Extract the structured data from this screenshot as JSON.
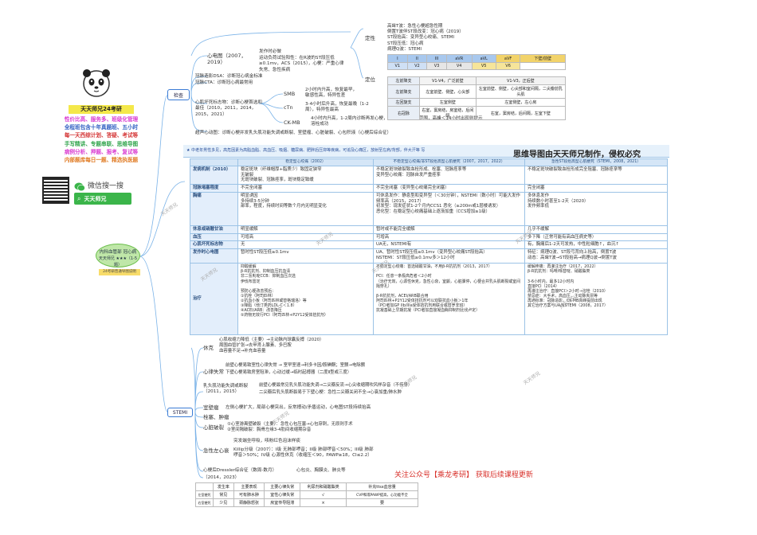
{
  "brand": {
    "name": "天天师兄24考研",
    "lines": [
      "性价比高、服务多、班级化管理",
      "全程班包含十年真题班、五小时",
      "每一天西综计划、答疑、考试等",
      "手写精讲、专题串联、思维导图",
      "病例分析、押题、报考、复试等",
      "内部题库每日一题、精选执医题"
    ],
    "wechat_label": "微信搜一搜",
    "search_name": "天天师兄"
  },
  "center": {
    "title": "内科血管部 冠心病",
    "subtitle": "天天师兄 ★★★（1-5题）",
    "chip": "24考研普通导图说明"
  },
  "check": {
    "label": "检查",
    "ecg": {
      "label": "心电图（2007，2019）",
      "items": [
        "发作时必做",
        "运动负荷试验阳性：在R波的ST段压低≥0.1mv，ACS（2015），心梗：严重心律失常、急性疾病"
      ]
    },
    "dsa": "冠脉造影DSA：诊断冠心病金标准",
    "cta": "冠脉CTA：诊断冠心病最常用",
    "markers_label": "心肌坏死标志物：诊断心梗首选和最佳（2010，2011，2014，2015，2021）",
    "markers": [
      {
        "name": "SMB",
        "desc": "2小时内升高，恢复最早，敏感性高，特异性差"
      },
      {
        "name": "cTn",
        "desc": "3-4小时后升高，恢复最晚（1-2周），特异性最高"
      },
      {
        "name": "CK-MB",
        "desc": "4小时内升高，1-2周内诊断再发心梗，较准确反映梗死范围，高峰＜14小时出现则提示溶栓成功"
      }
    ],
    "echo": "超声心动图：诊断心梗并发乳头肌功能失调或断裂、室壁瘤、心脏破裂、心包积液（心梗后综合征）"
  },
  "locate": {
    "label": "定性",
    "items": [
      "高耸T波：急性心梗超急性期",
      "倒置T波伴ST段改变：冠心病（2019）",
      "ST段抬高：变异型心绞痛、STEMI",
      "ST段压低：冠心病",
      "病理Q波：STEMI"
    ],
    "pos_label": "定位",
    "headers": [
      "I",
      "II",
      "III",
      "aVR",
      "aVL",
      "aVF",
      "V1",
      "V2",
      "V3",
      "V4",
      "V5",
      "V6",
      "下壁/前壁"
    ],
    "rows": [
      [
        "左前降支",
        "V1-V4，广泛前壁",
        "V1-V3，正后壁"
      ],
      [
        "左前降支",
        "左室前壁、侧壁，心尖部",
        "左室前壁、侧壁，心尖部和室间隔，二尖瓣前乳头肌"
      ],
      [
        "左回旋支",
        "左室侧壁",
        "左室侧壁，左心房"
      ],
      [
        "右冠脉",
        "右室，窦房结，房室结，后间隔",
        "右室，窦房结，后间隔，左室下壁"
      ]
    ]
  },
  "table": {
    "banner": "思维导图由天天师兄制作，侵权必究",
    "headline": "★ 中老年男性多见，高危因素为高脂血脂、高血压、吸烟、糖尿病、肥胖后压抑等疾病，可追及心痛区，放射至左肩/背部，伴大汗等 写",
    "col_heads": [
      "稳定型心绞痛（2002）",
      "不稳定型心绞痛/非ST段抬高型心肌梗死（2007，2017，2022）",
      "急性ST段抬高型心肌梗死（STEMI，2008，2021）"
    ],
    "rows": [
      {
        "head": "发病机制（2010）",
        "cells": [
          "稳定斑块（纤维帽厚+脂质少）致固定狭窄\n无破裂\n无斑块破裂、冠脉痉挛，斑块稳定致缓",
          "不稳定斑块破裂致血栓形成、栓塞、冠脉痉挛等\n变异型心绞痛：冠脉自发严重痉挛",
          "不稳定斑块破裂致血栓形成完全阻塞、冠脉痉挛等"
        ]
      },
      {
        "head": "冠脉堵塞程度",
        "cells": [
          "不完全闭塞",
          "不完全闭塞（变异型心绞痛完全闭塞）",
          "完全闭塞"
        ]
      },
      {
        "head": "胸痛",
        "cells": [
          "明显诱因\n多持续3-5分钟\n部率，程度，持续时间等数个月内无明显变化",
          "可休息发作：静息型和变异型（＜30分钟），NSTEMI（数小时）可能大发作频率高（2015，2017）\n初发型：现发症状1-2个月内CCS1 恶化（≥200m或1层楼诱发）\n恶化型：在稳定型心绞痛基础上逐渐加重（CCS增加≥1级）",
          "多休息发作\n持续数小时甚至1-2天（2020）\n发作频率低"
        ]
      },
      {
        "head": "休息或硝酸甘油",
        "cells": [
          "明显缓解",
          "暂时或不能完全缓解",
          "几乎不缓解"
        ]
      },
      {
        "head": "血压",
        "cells": [
          "可增高",
          "可增高",
          "多下降（正常可能有高血压病史等）"
        ]
      },
      {
        "head": "心肌坏死标志物",
        "cells": [
          "无",
          "UA无，NSTEMI有",
          "有，胸痛后1-2天可发热，中性粒细胞↑，血沉↑"
        ]
      },
      {
        "head": "发作时心电图",
        "cells": [
          "暂时性ST段压低≥0.1mv",
          "UA、暂时性ST段压低≥0.1mv（变异型心绞痛ST段抬高）\nNSTEMI：ST段压低≥0.1mv多＞12小时",
          "特征：病理Q波、ST段弓背向上抬高，倒置T波\n动态：高耸T波→ST段抬高→病理Q波→倒置T波"
        ]
      },
      {
        "head": "治疗",
        "cells": [
          "抑酸缓解\nβ-R抗抗剂、抑制血压抗血清\n非二氢吡啶CCB：抑制血压次选\n伊伐布雷定\n\n预防心梗改善预后：\n①抗栓（阿司匹林）\n②抗血小板（阿司匹林或替格瑞洛）等\n③降脂（他汀类药LDL-C＜1.8）\n④ACEI/ARB：改善降压\n⑤药物无效行PCI（阿司匹林+P2Y12受体拮抗剂）",
          "不稳定型心绞痛：首选硝酸甘油，不用β-R抗抗剂（2013，2017）\n\nPCI：任意一条极高危者＜2小时\n（治疗无效，心源性休克，急性心衰，室颤，心脏骤停，心梗合并乳头肌断裂或室间隔穿孔）\n\nβ-R抗抗剂，ACEI/ARB联合用\n阿司匹林+P2Y12受体拮抗剂可以双联抗血小板＞1年\n（PCI者加GP IIb/IIIa受体拮抗剂用联合或替罗非班）\n抗凝基础上早期抗凝（PCI者加直接凝血酶抑制剂比伐卢定）",
          "缓解疼痛：再灌注治疗（2017，2022）\nβ-R抗抗剂：吗啡/哌替啶、硝酸酯类\n\n3-6小时内，最多12小时内\n直接PCI（2014）\n再灌注治疗：直接PCI＞2小时→溶栓（2010）\n禁忌症：大手术，高血压，主动脉夹层等\n再通标准：冠脉造影，CK-MB高峰提前出现\n其它治疗方案与UA/NSTEMI（2008，2017）"
        ]
      }
    ]
  },
  "stemi": {
    "label": "STEMI",
    "groups": [
      {
        "label": "休克",
        "items": [
          "心肌收缩力降低（主要）→主动脉内球囊反搏（2020）",
          "周围血管扩张→去甲肾上腺素、多巴胺",
          "血容量不足→补充血容量"
        ]
      },
      {
        "label": "心律失常",
        "items": [
          "前壁心梗易致室性心律失常 → 室早室速→利多卡因/胺碘酮；室颤→电除颤",
          "下壁心梗易致房室阻滞，心动过缓→临时起搏器（二度Ⅱ型或三度）"
        ]
      },
      {
        "label": "乳头肌功能失调或断裂（2011，2015）",
        "items": [
          "前壁心梗最常见乳头肌功能失调→二尖瓣反流→心尖收缩期吹风样杂音（不传导）",
          "二尖瓣后乳头肌断裂易于下壁心梗：急性二尖瓣关闭不全→心衰加重/肺水肿"
        ]
      },
      {
        "label": "室壁瘤",
        "items": [
          "左侧心梗扩大，局部心梗突出，反常搏动/矛盾运动，心电图ST段持续抬高"
        ]
      },
      {
        "label": "栓塞、肿瘤",
        "items": []
      },
      {
        "label": "心脏破裂",
        "items": [
          "①心室游离壁破裂（主要）：急性心包压塞→心包穿刺，无原则手术",
          "②室间隔破裂：胸骨左缘3-4肋间收缩期杂音"
        ]
      },
      {
        "label": "急性左心衰",
        "items": [
          "突发端坐呼吸，咳粉红色泡沫样痰",
          "Killip分级（2007）：I级 无肺部啰音；II级 肺部啰音＜50%；III级 肺部啰音＞50%；IV级 心源性休克（收缩压＜90，PAWP≥18，CI≤2.2）"
        ]
      },
      {
        "label": "心梗后Dressler综合征（数周-数月）",
        "items": [
          "心包炎、胸膜炎、肺炎等"
        ]
      }
    ],
    "diff": {
      "year": "（2014，2023）",
      "cols": [
        "发生率",
        "主要表现",
        "主要心律失常",
        "利尿剂和硝酸酯类",
        "补充ttsx血容量"
      ],
      "rows": [
        [
          "左室梗死",
          "常见",
          "可有肺水肿",
          "室性心律失常",
          "√",
          "CVP和或PAWP提高，心功能不全"
        ],
        [
          "右室梗死",
          "少见",
          "颈静脉怒张",
          "房室传导阻滞",
          "×",
          "要"
        ]
      ]
    },
    "promo": "关注公众号【乘龙考研】  获取后续课程更新"
  },
  "watermark": "天天师兄"
}
